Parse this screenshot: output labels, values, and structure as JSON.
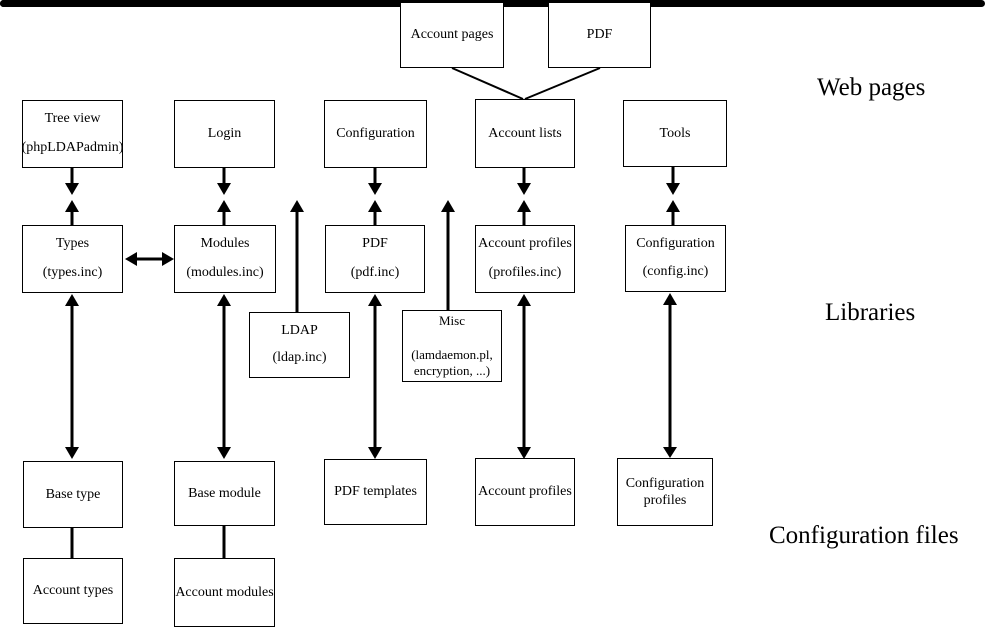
{
  "sections": {
    "web_pages": "Web pages",
    "libraries": "Libraries",
    "configuration_files": "Configuration files"
  },
  "nodes": {
    "account_pages": {
      "label": "Account pages"
    },
    "pdf_page": {
      "label": "PDF"
    },
    "tree_view": {
      "label": "Tree view",
      "sublabel": "(phpLDAPadmin)"
    },
    "login": {
      "label": "Login"
    },
    "configuration_page": {
      "label": "Configuration"
    },
    "account_lists": {
      "label": "Account lists"
    },
    "tools": {
      "label": "Tools"
    },
    "types_lib": {
      "label": "Types",
      "sublabel": "(types.inc)"
    },
    "modules_lib": {
      "label": "Modules",
      "sublabel": "(modules.inc)"
    },
    "pdf_lib": {
      "label": "PDF",
      "sublabel": "(pdf.inc)"
    },
    "account_profiles_lib": {
      "label": "Account profiles",
      "sublabel": "(profiles.inc)"
    },
    "configuration_lib": {
      "label": "Configuration",
      "sublabel": "(config.inc)"
    },
    "ldap_lib": {
      "label": "LDAP",
      "sublabel": "(ldap.inc)"
    },
    "misc_lib": {
      "label": "Misc",
      "sublabel": "(lamdaemon.pl,",
      "sublabel2": "encryption, ...)"
    },
    "base_type": {
      "label": "Base type"
    },
    "base_module": {
      "label": "Base module"
    },
    "pdf_templates": {
      "label": "PDF templates"
    },
    "account_profiles_files": {
      "label": "Account profiles"
    },
    "configuration_profiles": {
      "label": "Configuration",
      "sublabel": "profiles"
    },
    "account_types": {
      "label": "Account types"
    },
    "account_modules": {
      "label": "Account modules"
    }
  },
  "edges": [
    {
      "from": "account_pages",
      "to": "account_lists",
      "style": "plain-line"
    },
    {
      "from": "pdf_page",
      "to": "account_lists",
      "style": "plain-line"
    },
    {
      "from": "tree_view",
      "to": "types_lib",
      "style": "double-arrow-through-bus"
    },
    {
      "from": "login",
      "to": "modules_lib",
      "style": "double-arrow-through-bus"
    },
    {
      "from": "configuration_page",
      "to": "pdf_lib",
      "style": "double-arrow-through-bus"
    },
    {
      "from": "account_lists",
      "to": "account_profiles_lib",
      "style": "double-arrow-through-bus"
    },
    {
      "from": "tools",
      "to": "configuration_lib",
      "style": "double-arrow-through-bus"
    },
    {
      "from": "types_lib",
      "to": "modules_lib",
      "style": "horizontal-double-arrow"
    },
    {
      "from": "ldap_lib",
      "to": "web-libraries-bus",
      "style": "arrow-up"
    },
    {
      "from": "misc_lib",
      "to": "web-libraries-bus",
      "style": "arrow-up"
    },
    {
      "from": "types_lib",
      "to": "base_type",
      "style": "double-arrow-through-bus"
    },
    {
      "from": "modules_lib",
      "to": "base_module",
      "style": "double-arrow-through-bus"
    },
    {
      "from": "pdf_lib",
      "to": "pdf_templates",
      "style": "double-arrow-through-bus"
    },
    {
      "from": "account_profiles_lib",
      "to": "account_profiles_files",
      "style": "double-arrow-through-bus"
    },
    {
      "from": "configuration_lib",
      "to": "configuration_profiles",
      "style": "double-arrow-through-bus"
    },
    {
      "from": "base_type",
      "to": "account_types",
      "style": "plain-line"
    },
    {
      "from": "base_module",
      "to": "account_modules",
      "style": "plain-line"
    }
  ],
  "colors": {
    "background": "#ffffff",
    "line": "#000000",
    "box_border": "#000000",
    "text": "#000000"
  }
}
